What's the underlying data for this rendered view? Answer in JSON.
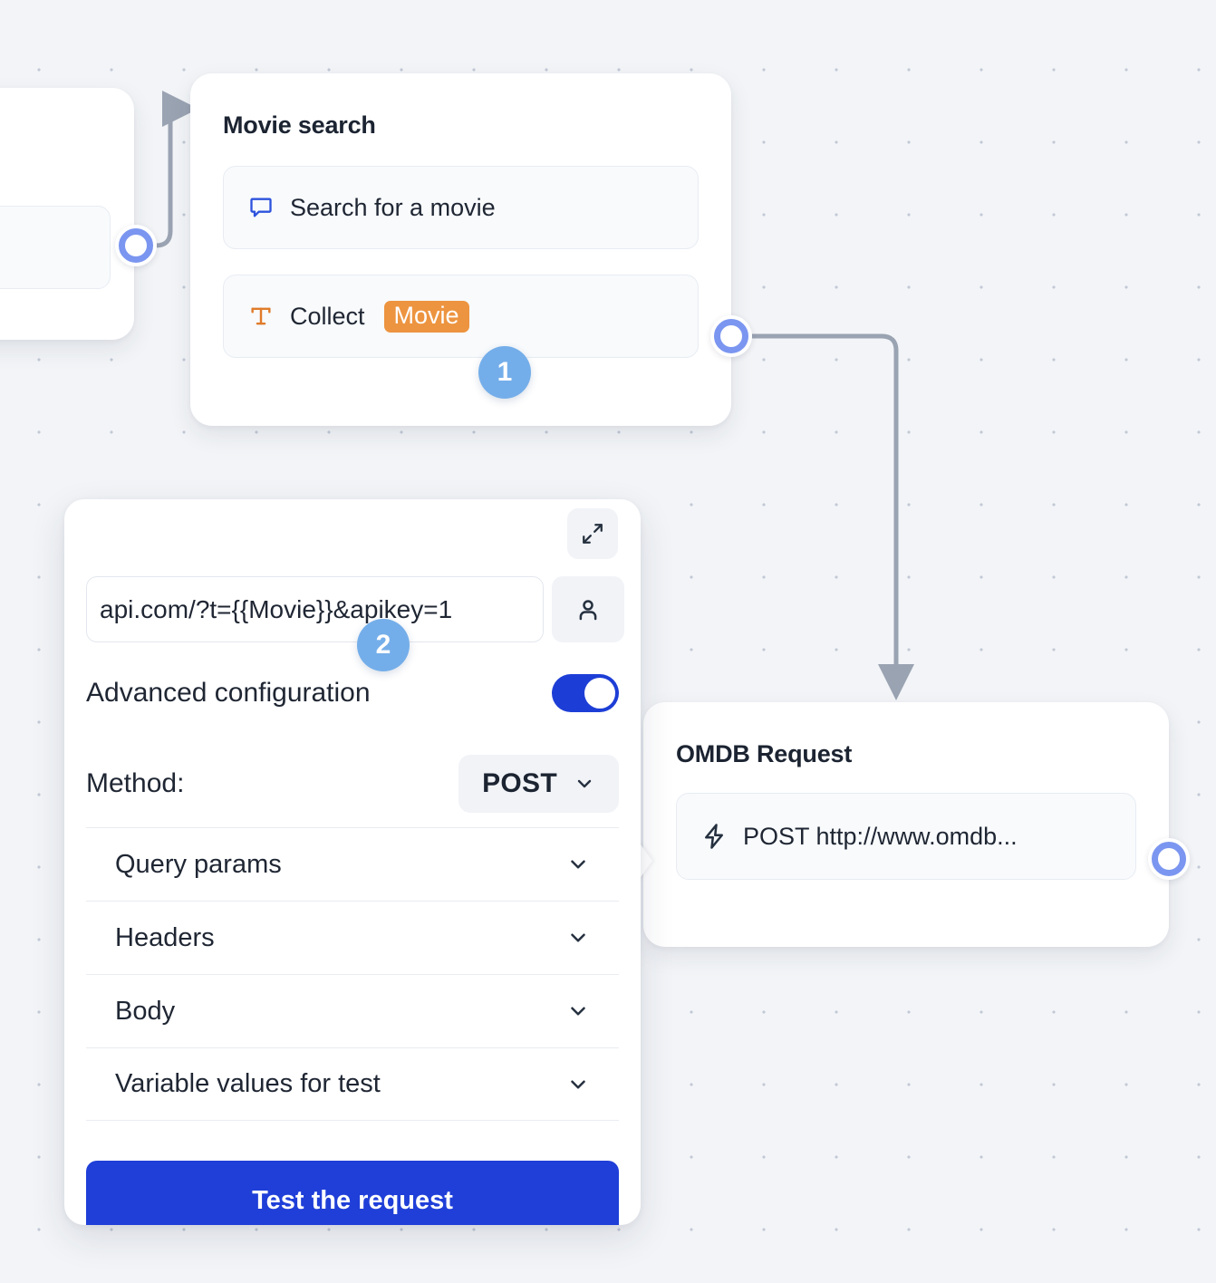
{
  "canvas": {
    "background_color": "#f2f4f7",
    "dot_color": "#c2c9d6"
  },
  "nodes": {
    "partial_left": {
      "name": "partial-node"
    },
    "movie_search": {
      "title": "Movie search",
      "rows": [
        {
          "icon": "message-square-icon",
          "label": "Search for a movie"
        },
        {
          "icon": "text-type-icon",
          "label": "Collect",
          "chip": "Movie",
          "chip_color": "#ed9440"
        }
      ]
    },
    "omdb_request": {
      "title": "OMDB Request",
      "rows": [
        {
          "icon": "lightning-bolt-icon",
          "label": "POST http://www.omdb..."
        }
      ]
    }
  },
  "step_badges": [
    {
      "number": "1"
    },
    {
      "number": "2"
    }
  ],
  "config_panel": {
    "expand_icon": "expand-diagonal-icon",
    "url": {
      "value": "api.com/?t={{Movie}}&apikey=1",
      "placeholder": "Enter request URL"
    },
    "user_button_icon": "user-icon",
    "advanced": {
      "label": "Advanced configuration",
      "toggle_on": true,
      "toggle_color": "#1d3ed6"
    },
    "method": {
      "label": "Method:",
      "value": "POST",
      "chevron_icon": "chevron-down-icon",
      "options": [
        "POST"
      ]
    },
    "accordion": [
      {
        "label": "Query params",
        "icon": "chevron-down-icon"
      },
      {
        "label": "Headers",
        "icon": "chevron-down-icon"
      },
      {
        "label": "Body",
        "icon": "chevron-down-icon"
      },
      {
        "label": "Variable values for test",
        "icon": "chevron-down-icon"
      }
    ],
    "test_button": {
      "label": "Test the request",
      "color": "#1f3fd8"
    }
  },
  "ports": {
    "color": "#7b96f0"
  }
}
